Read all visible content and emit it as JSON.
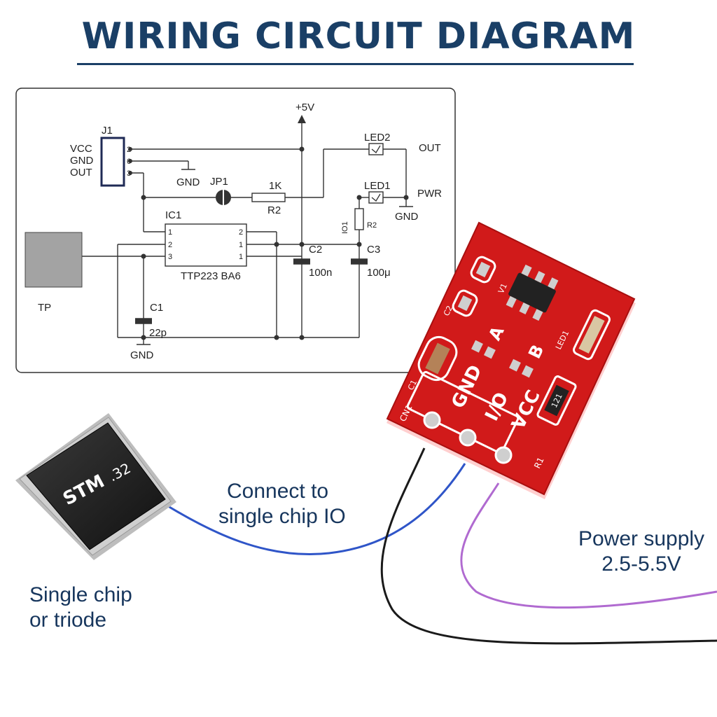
{
  "title": "WIRING CIRCUIT DIAGRAM",
  "colors": {
    "title": "#1a3f66",
    "caption": "#17365d",
    "pcb": "#d11a1a",
    "wire_io": "#2f55c8",
    "wire_gnd": "#1a1a1a",
    "wire_vcc": "#b06ad0"
  },
  "schematic": {
    "supply": "+5V",
    "connector": {
      "name": "J1",
      "pins": [
        "VCC",
        "GND",
        "OUT"
      ],
      "pin_numbers": [
        "2",
        "6",
        "3"
      ]
    },
    "gnd": "GND",
    "jumper": "JP1",
    "resistor_value": "1K",
    "resistor_name": "R2",
    "led2": "LED2",
    "led1": "LED1",
    "out": "OUT",
    "pwr": "PWR",
    "ic": {
      "name": "IC1",
      "part": "TTP223 BA6",
      "left_pins": [
        "1",
        "2",
        "3"
      ],
      "right_pins": [
        "2",
        "1",
        "1"
      ]
    },
    "c1": {
      "name": "C1",
      "value": "22p"
    },
    "c2": {
      "name": "C2",
      "value": "100n"
    },
    "c3": {
      "name": "C3",
      "value": "100μ"
    },
    "r1": {
      "name": "IO1",
      "value": "R2"
    },
    "touch_pad": "TP"
  },
  "module": {
    "pins": [
      "GND",
      "I/O",
      "VCC"
    ],
    "jumpers": [
      "A",
      "B"
    ],
    "connector": "CN1",
    "resistor_label": "R1",
    "led_label": "LED1",
    "cap1": "C1",
    "cap2": "C2",
    "ic_label": "V1",
    "resistor_marking": "121"
  },
  "chip": {
    "label": "STM32",
    "label_main": "STM",
    "label_sub": ".32"
  },
  "captions": {
    "io": [
      "Connect to",
      "single chip IO"
    ],
    "chip": [
      "Single chip",
      "or triode"
    ],
    "power": [
      "Power supply",
      "2.5-5.5V"
    ]
  }
}
